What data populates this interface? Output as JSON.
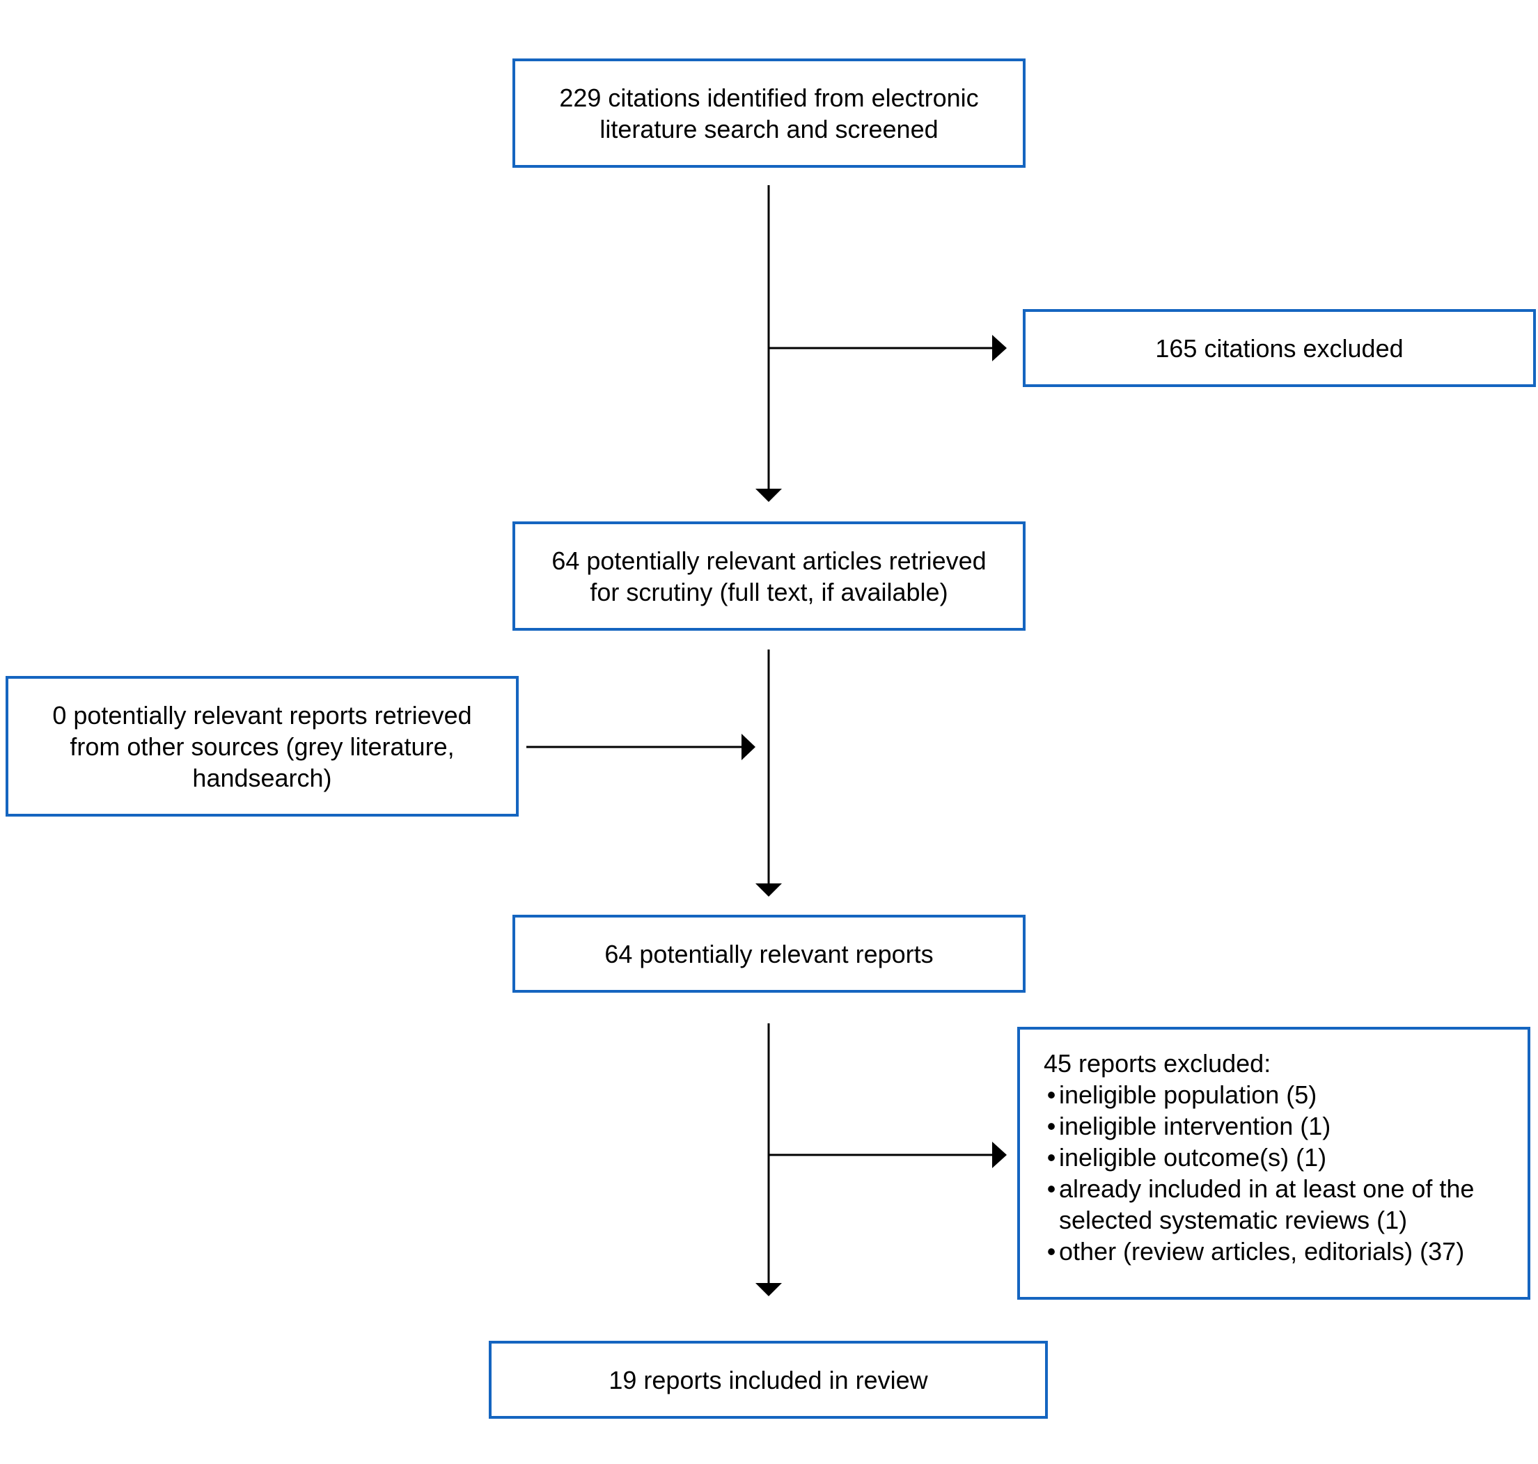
{
  "flowchart": {
    "box1": {
      "lines": [
        "229 citations identified from electronic",
        "literature search and screened"
      ]
    },
    "box_excluded_citations": {
      "lines": [
        "165 citations excluded"
      ]
    },
    "box2": {
      "lines": [
        "64 potentially relevant articles retrieved",
        "for scrutiny (full text, if available)"
      ]
    },
    "box_other_sources": {
      "lines": [
        "0 potentially relevant reports retrieved",
        "from other sources (grey literature,",
        "handsearch)"
      ]
    },
    "box3": {
      "lines": [
        "64 potentially relevant reports"
      ]
    },
    "box_excluded_reports": {
      "title": "45 reports excluded:",
      "bullet": "•",
      "items": [
        {
          "lines": [
            "ineligible population (5)"
          ]
        },
        {
          "lines": [
            "ineligible intervention (1)"
          ]
        },
        {
          "lines": [
            "ineligible outcome(s) (1)"
          ]
        },
        {
          "lines": [
            "already included in at least one of the",
            "selected systematic reviews (1)"
          ]
        },
        {
          "lines": [
            "other (review articles, editorials) (37)"
          ]
        }
      ]
    },
    "box4": {
      "lines": [
        "19 reports included in review"
      ]
    },
    "colors": {
      "box_border": "#1565c0",
      "arrow": "#000000"
    }
  }
}
